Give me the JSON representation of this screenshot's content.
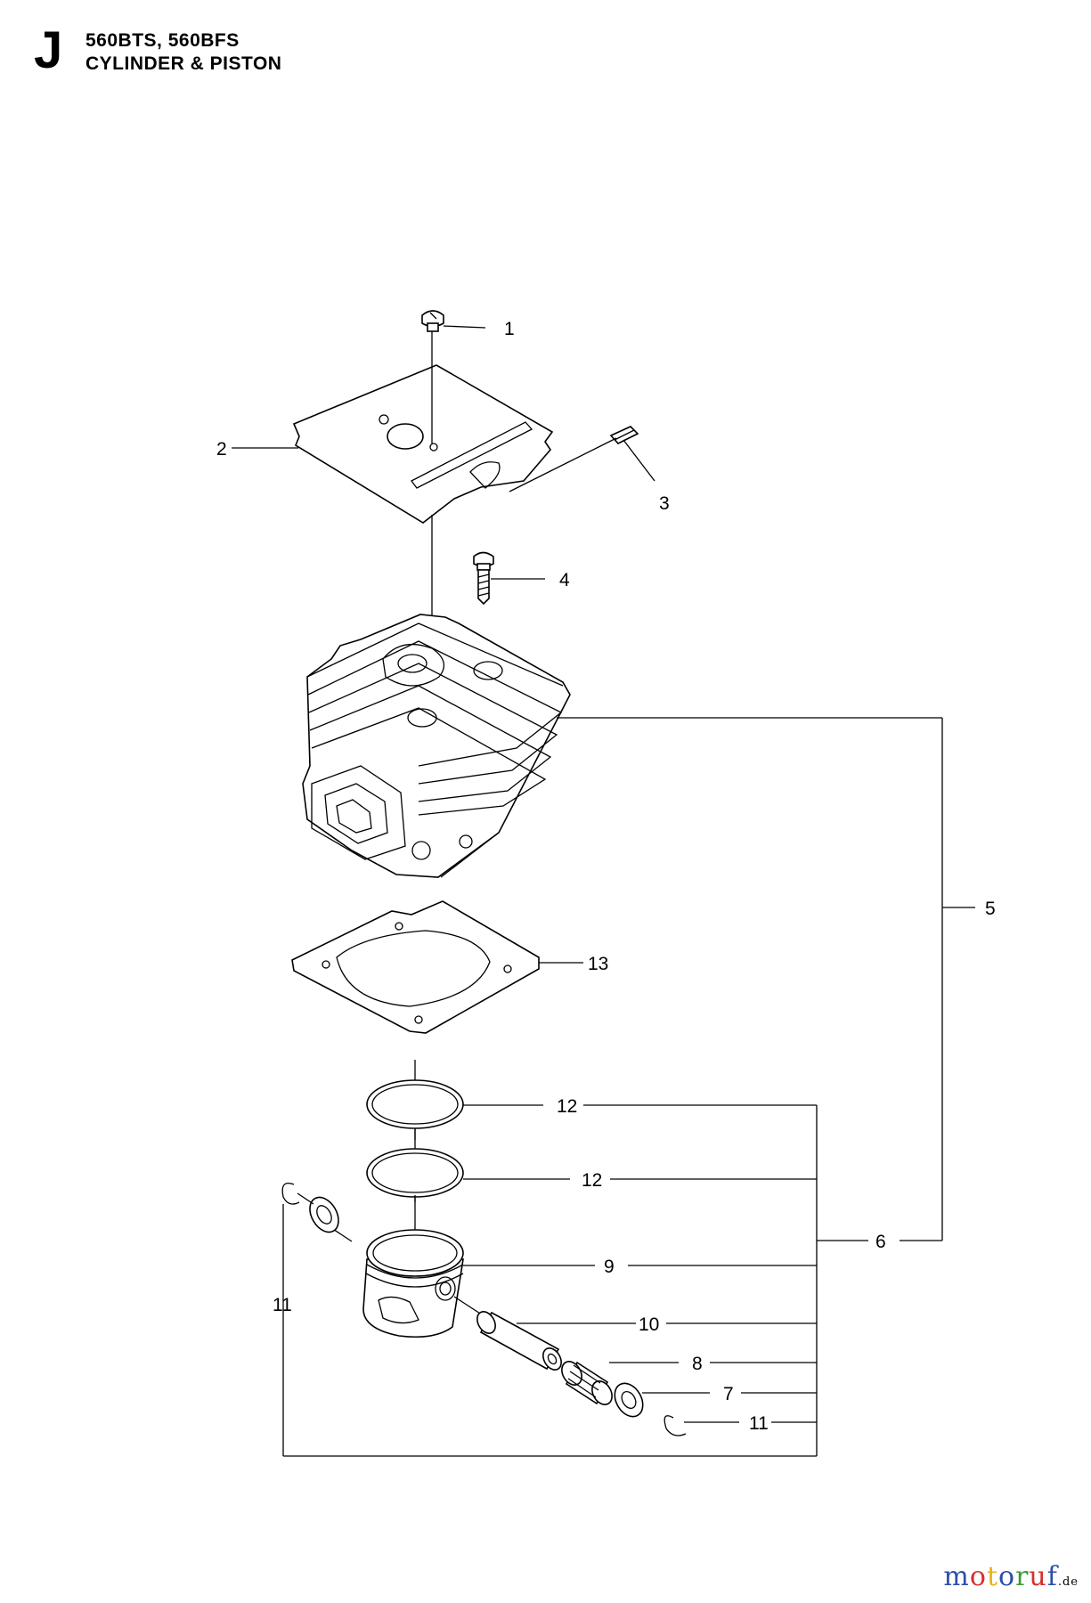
{
  "header": {
    "section_letter": "J",
    "models": "560BTS, 560BFS",
    "title": "CYLINDER & PISTON"
  },
  "callouts": {
    "c1": "1",
    "c2": "2",
    "c3": "3",
    "c4": "4",
    "c5": "5",
    "c6": "6",
    "c7": "7",
    "c8": "8",
    "c9": "9",
    "c10": "10",
    "c11a": "11",
    "c11b": "11",
    "c12a": "12",
    "c12b": "12",
    "c13": "13"
  },
  "watermark": {
    "letters": [
      "m",
      "o",
      "t",
      "o",
      "r",
      "u",
      "f"
    ],
    "letter_colors": [
      "#2b4fa8",
      "#d8302b",
      "#e8b21c",
      "#2b4fa8",
      "#3a9a3a",
      "#d8302b",
      "#2b4fa8"
    ],
    "suffix": ".de"
  }
}
